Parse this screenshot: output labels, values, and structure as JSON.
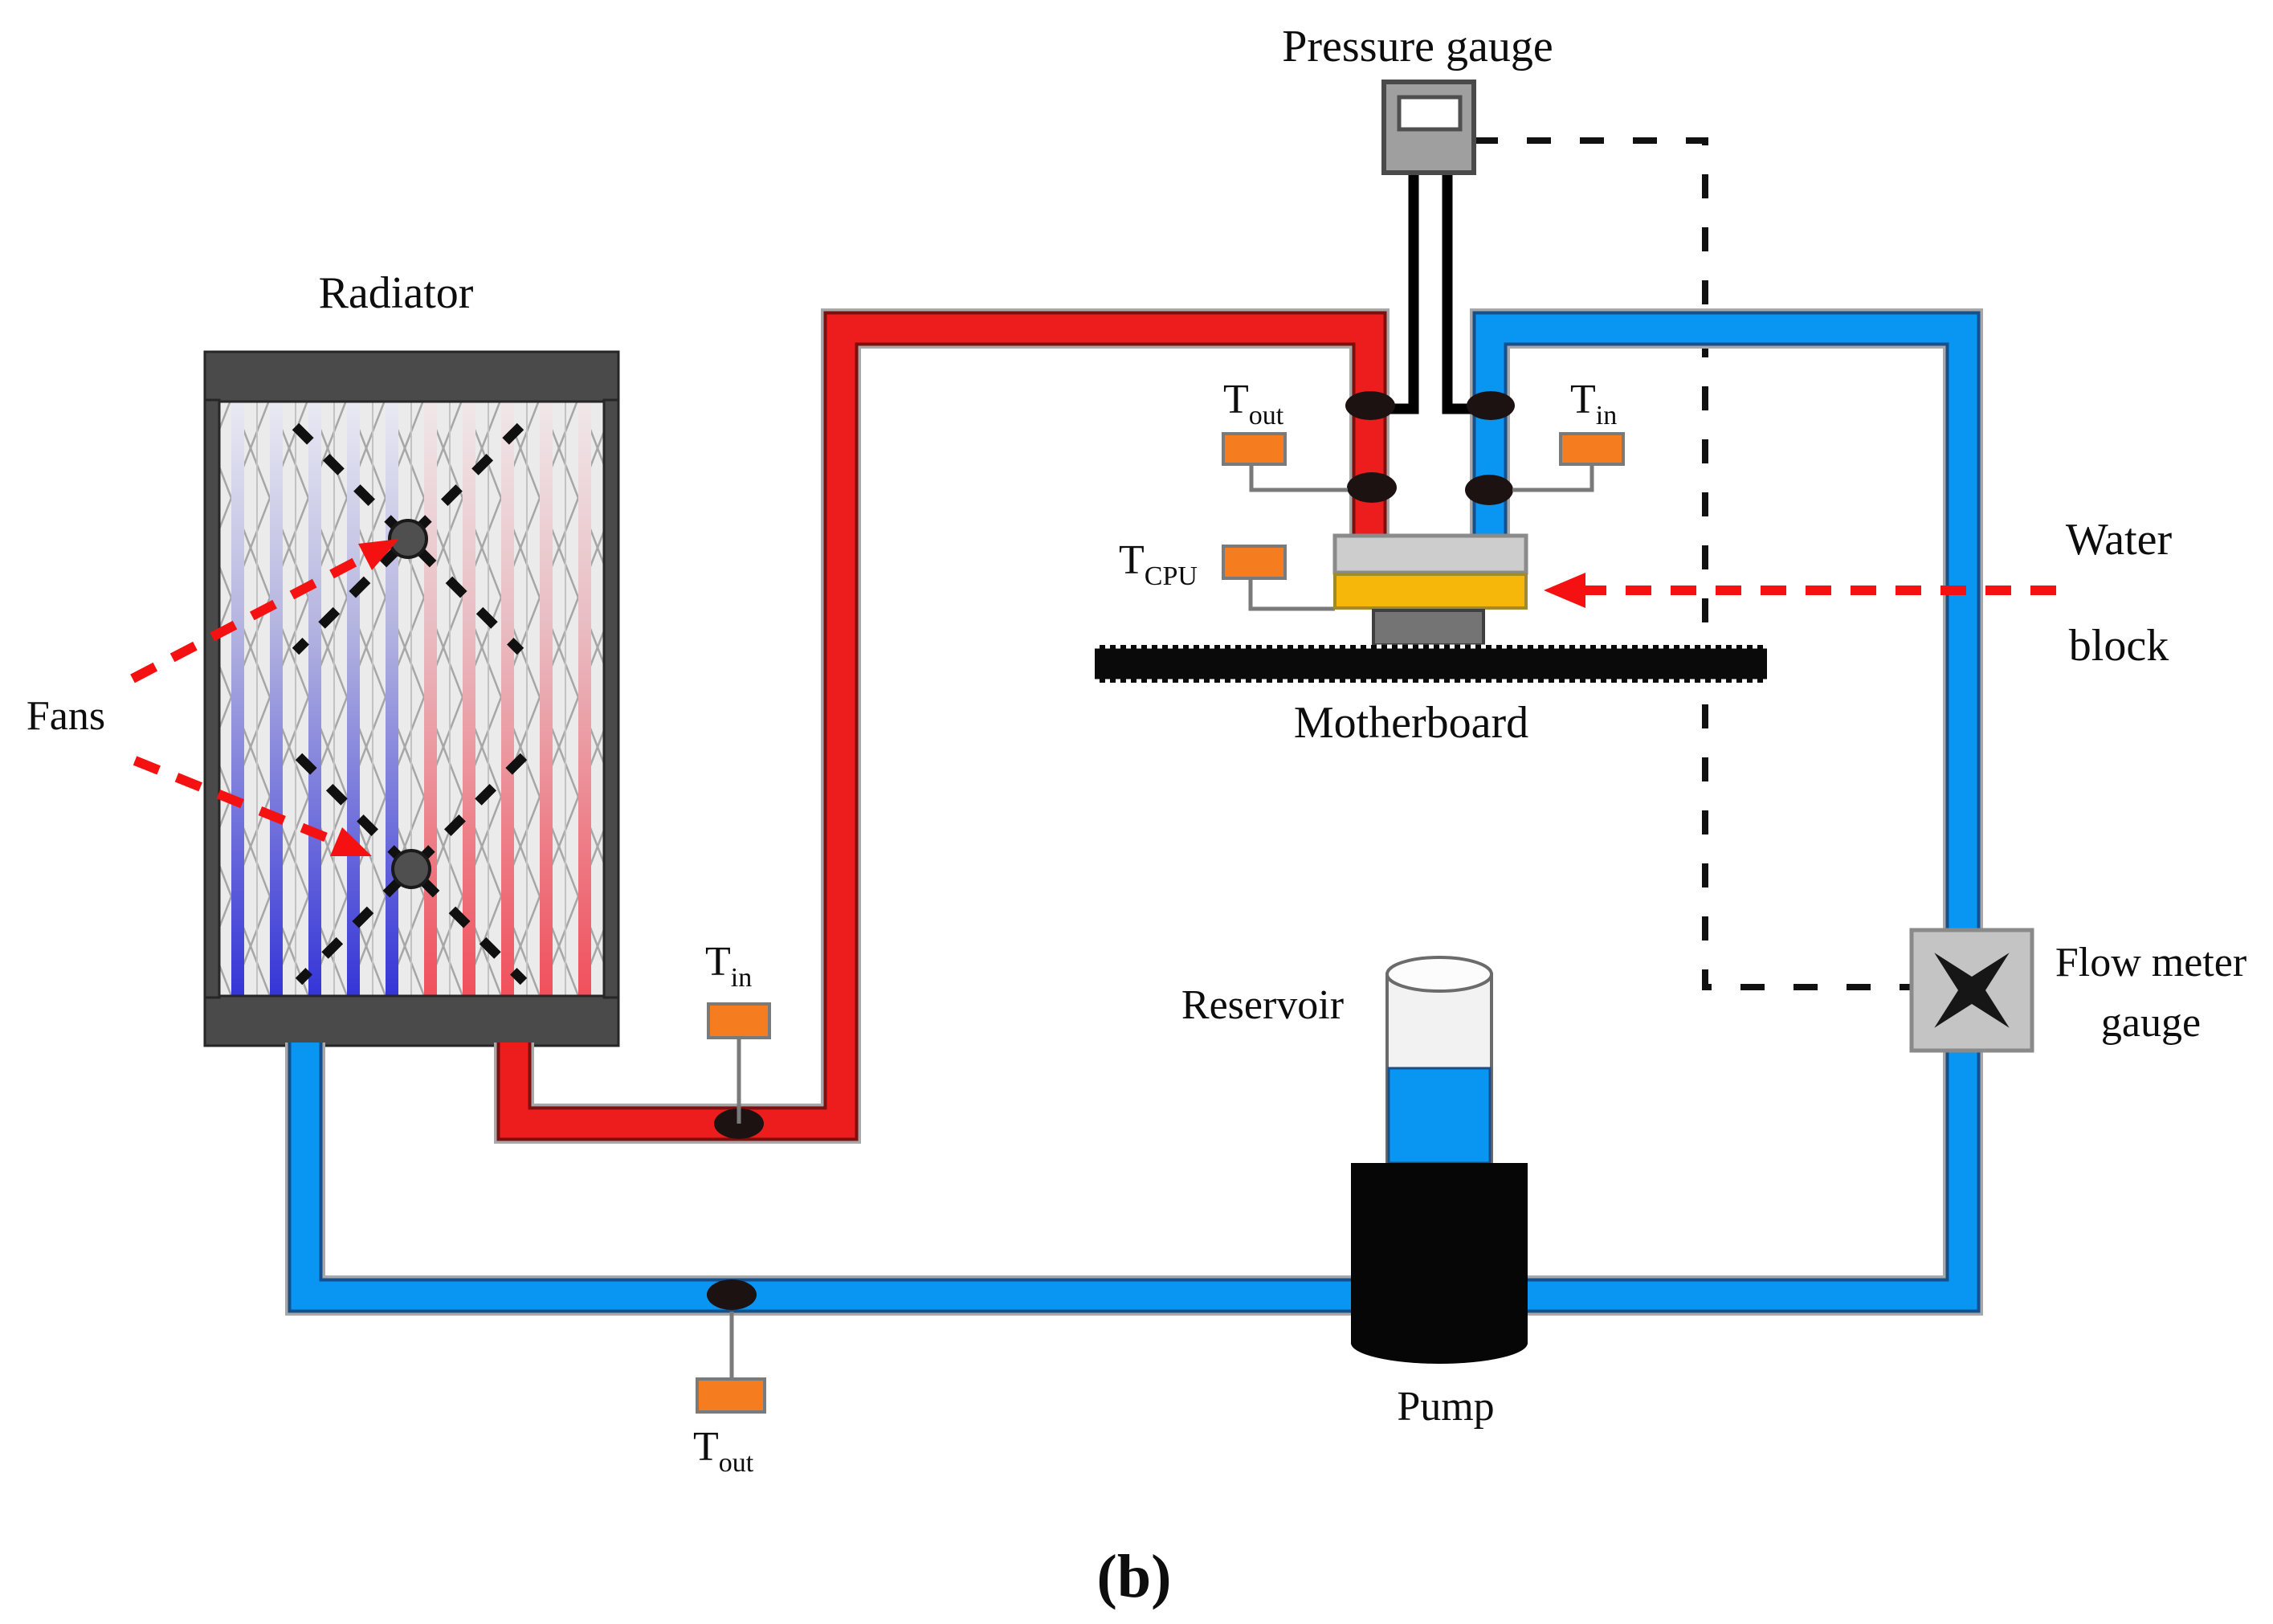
{
  "diagram": {
    "caption": "(b)",
    "labels": {
      "radiator": "Radiator",
      "fans": "Fans",
      "pressure_gauge": "Pressure gauge",
      "water_block_line1": "Water",
      "water_block_line2": "block",
      "flow_meter_line1": "Flow meter",
      "flow_meter_line2": "gauge",
      "motherboard": "Motherboard",
      "reservoir": "Reservoir",
      "pump": "Pump"
    },
    "sensors": {
      "t_out_cpu": {
        "main": "T",
        "sub": "out"
      },
      "t_in_cpu": {
        "main": "T",
        "sub": "in"
      },
      "t_cpu": {
        "main": "T",
        "sub": "CPU"
      },
      "t_in_radiator": {
        "main": "T",
        "sub": "in"
      },
      "t_out_radiator": {
        "main": "T",
        "sub": "out"
      }
    },
    "colors": {
      "hot": "#ee1d1d",
      "hot_dark": "#7d0f0f",
      "cold": "#0996f2",
      "cold_dark": "#15508c",
      "sensor_orange": "#f57d1f",
      "arrow_red": "#f51111",
      "wire_gray": "#7a7a7a",
      "dot": "#1d1212",
      "gold": "#f6b70a",
      "silver": "#cdcdcd",
      "frame_gray": "#4a4a4a",
      "gauge_gray": "#9f9f9f",
      "meter_gray": "#c4c4c4"
    }
  }
}
